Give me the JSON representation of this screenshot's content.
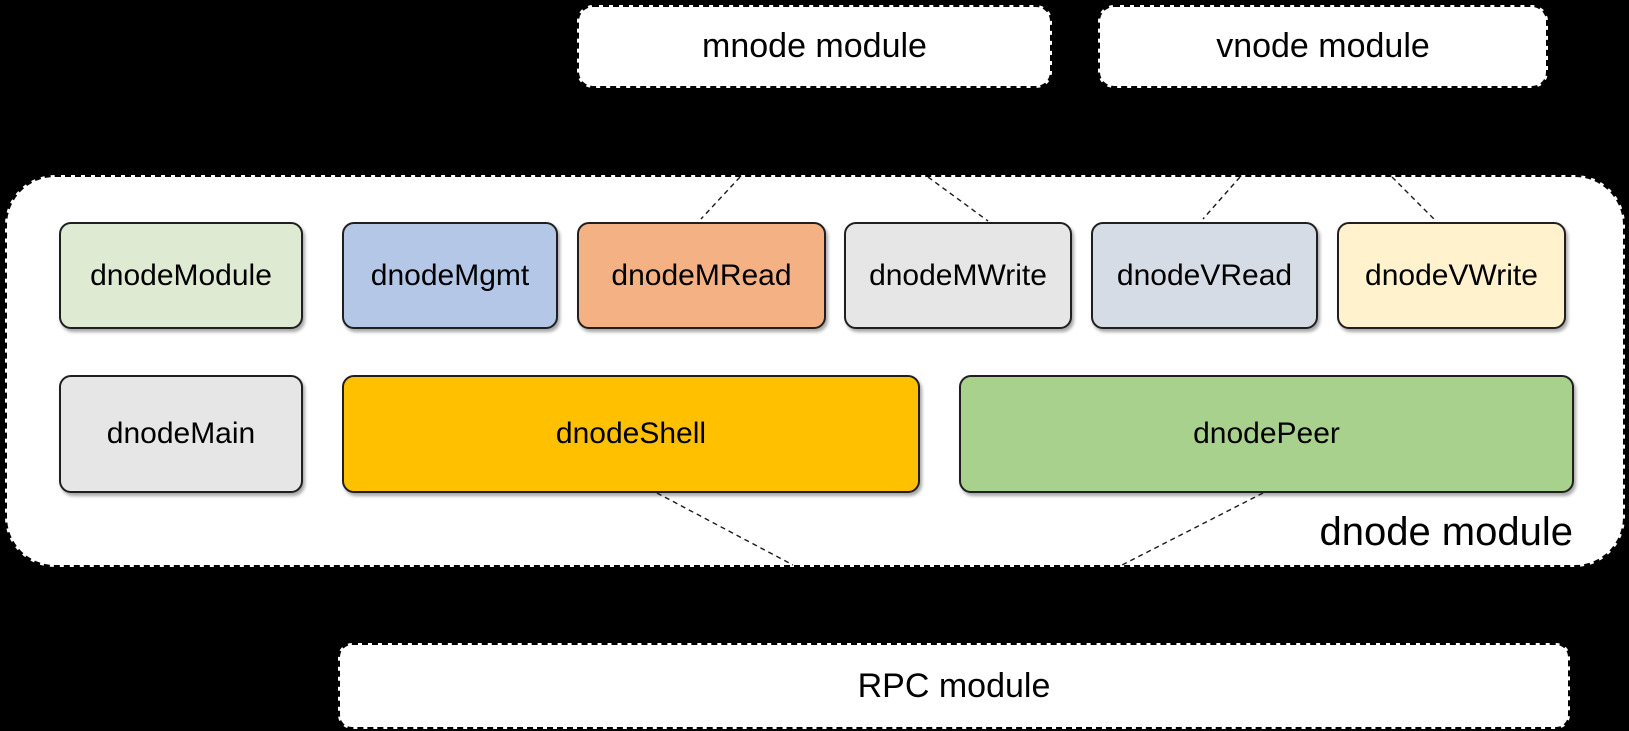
{
  "background_color": "#000000",
  "top_modules": [
    {
      "label": "mnode module"
    },
    {
      "label": "vnode module"
    }
  ],
  "dnode_module": {
    "label": "dnode module",
    "row1": [
      {
        "label": "dnodeModule",
        "color": "#DFEAD3"
      },
      {
        "label": "dnodeMgmt",
        "color": "#B4C7E7"
      },
      {
        "label": "dnodeMRead",
        "color": "#F4B183"
      },
      {
        "label": "dnodeMWrite",
        "color": "#E7E6E6"
      },
      {
        "label": "dnodeVRead",
        "color": "#D6DCE5"
      },
      {
        "label": "dnodeVWrite",
        "color": "#FFF2CC"
      }
    ],
    "row2": [
      {
        "label": "dnodeMain",
        "color": "#E7E6E6"
      },
      {
        "label": "dnodeShell",
        "color": "#FFC000"
      },
      {
        "label": "dnodePeer",
        "color": "#A9D18E"
      }
    ]
  },
  "rpc_module": {
    "label": "RPC module"
  }
}
